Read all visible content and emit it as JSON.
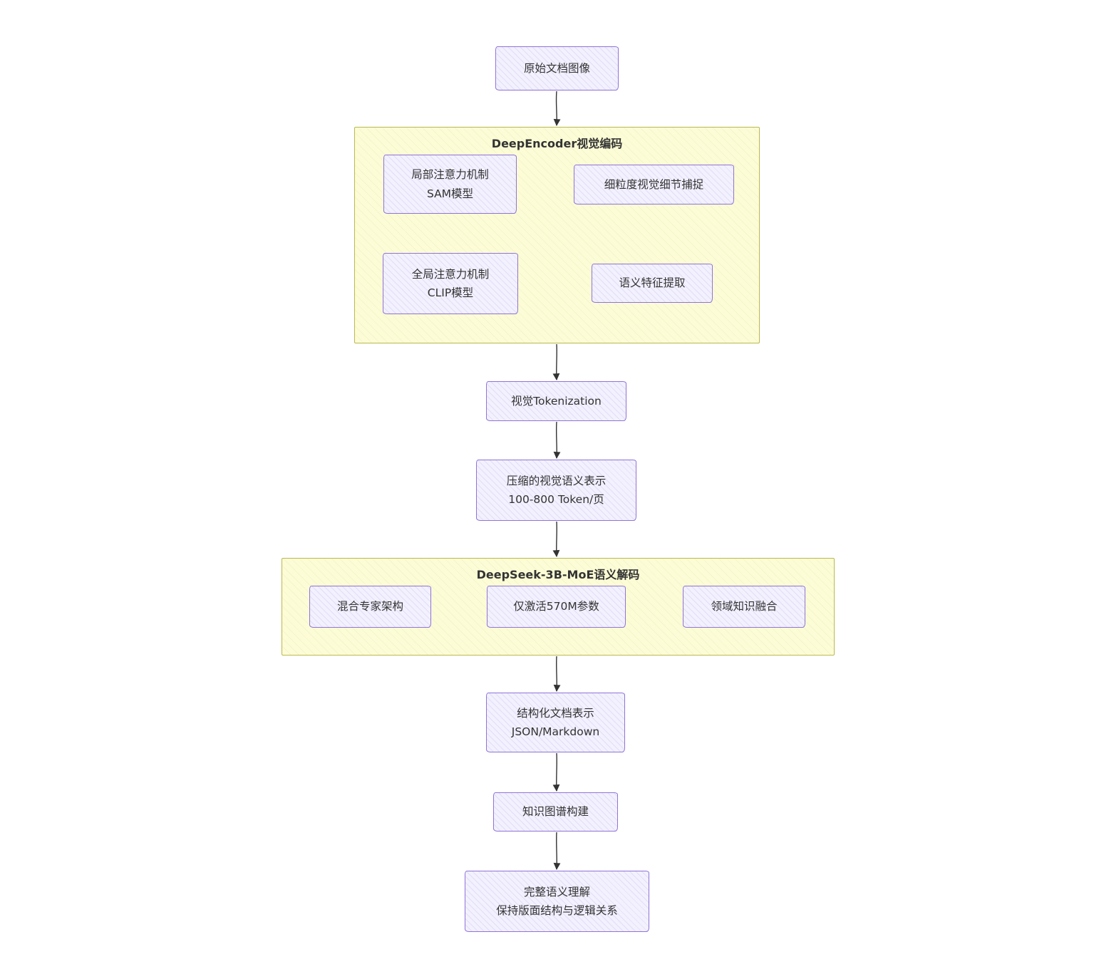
{
  "diagram": {
    "title_note": "document OCR pipeline flowchart",
    "nodes": {
      "source": {
        "label": "原始文档图像"
      },
      "encoder_container": {
        "title": "DeepEncoder视觉编码"
      },
      "sam": {
        "line1": "局部注意力机制",
        "line2": "SAM模型"
      },
      "detail": {
        "label": "细粒度视觉细节捕捉"
      },
      "clip": {
        "line1": "全局注意力机制",
        "line2": "CLIP模型"
      },
      "semantic": {
        "label": "语义特征提取"
      },
      "tokenization": {
        "label": "视觉Tokenization"
      },
      "compressed": {
        "line1": "压缩的视觉语义表示",
        "line2": "100-800 Token/页"
      },
      "decoder_container": {
        "title": "DeepSeek-3B-MoE语义解码"
      },
      "moe": {
        "label": "混合专家架构"
      },
      "active_params": {
        "label": "仅激活570M参数"
      },
      "domain_fusion": {
        "label": "领域知识融合"
      },
      "structured": {
        "line1": "结构化文档表示",
        "line2": "JSON/Markdown"
      },
      "knowledge_graph": {
        "label": "知识图谱构建"
      },
      "final": {
        "line1": "完整语义理解",
        "line2": "保持版面结构与逻辑关系"
      }
    },
    "edges": [
      {
        "from": "source",
        "to": "encoder_container"
      },
      {
        "from": "sam",
        "to": "detail"
      },
      {
        "from": "clip",
        "to": "semantic"
      },
      {
        "from": "encoder_container",
        "to": "tokenization"
      },
      {
        "from": "tokenization",
        "to": "compressed"
      },
      {
        "from": "compressed",
        "to": "decoder_container"
      },
      {
        "from": "moe",
        "to": "active_params"
      },
      {
        "from": "active_params",
        "to": "domain_fusion"
      },
      {
        "from": "decoder_container",
        "to": "structured"
      },
      {
        "from": "structured",
        "to": "knowledge_graph"
      },
      {
        "from": "knowledge_graph",
        "to": "final"
      }
    ],
    "colors": {
      "node_fill": "#ECECFF",
      "node_border": "#9370DB",
      "container_fill": "#FCFCD7",
      "container_border": "#B9B94F",
      "arrow": "#333333",
      "text": "#333333"
    }
  }
}
